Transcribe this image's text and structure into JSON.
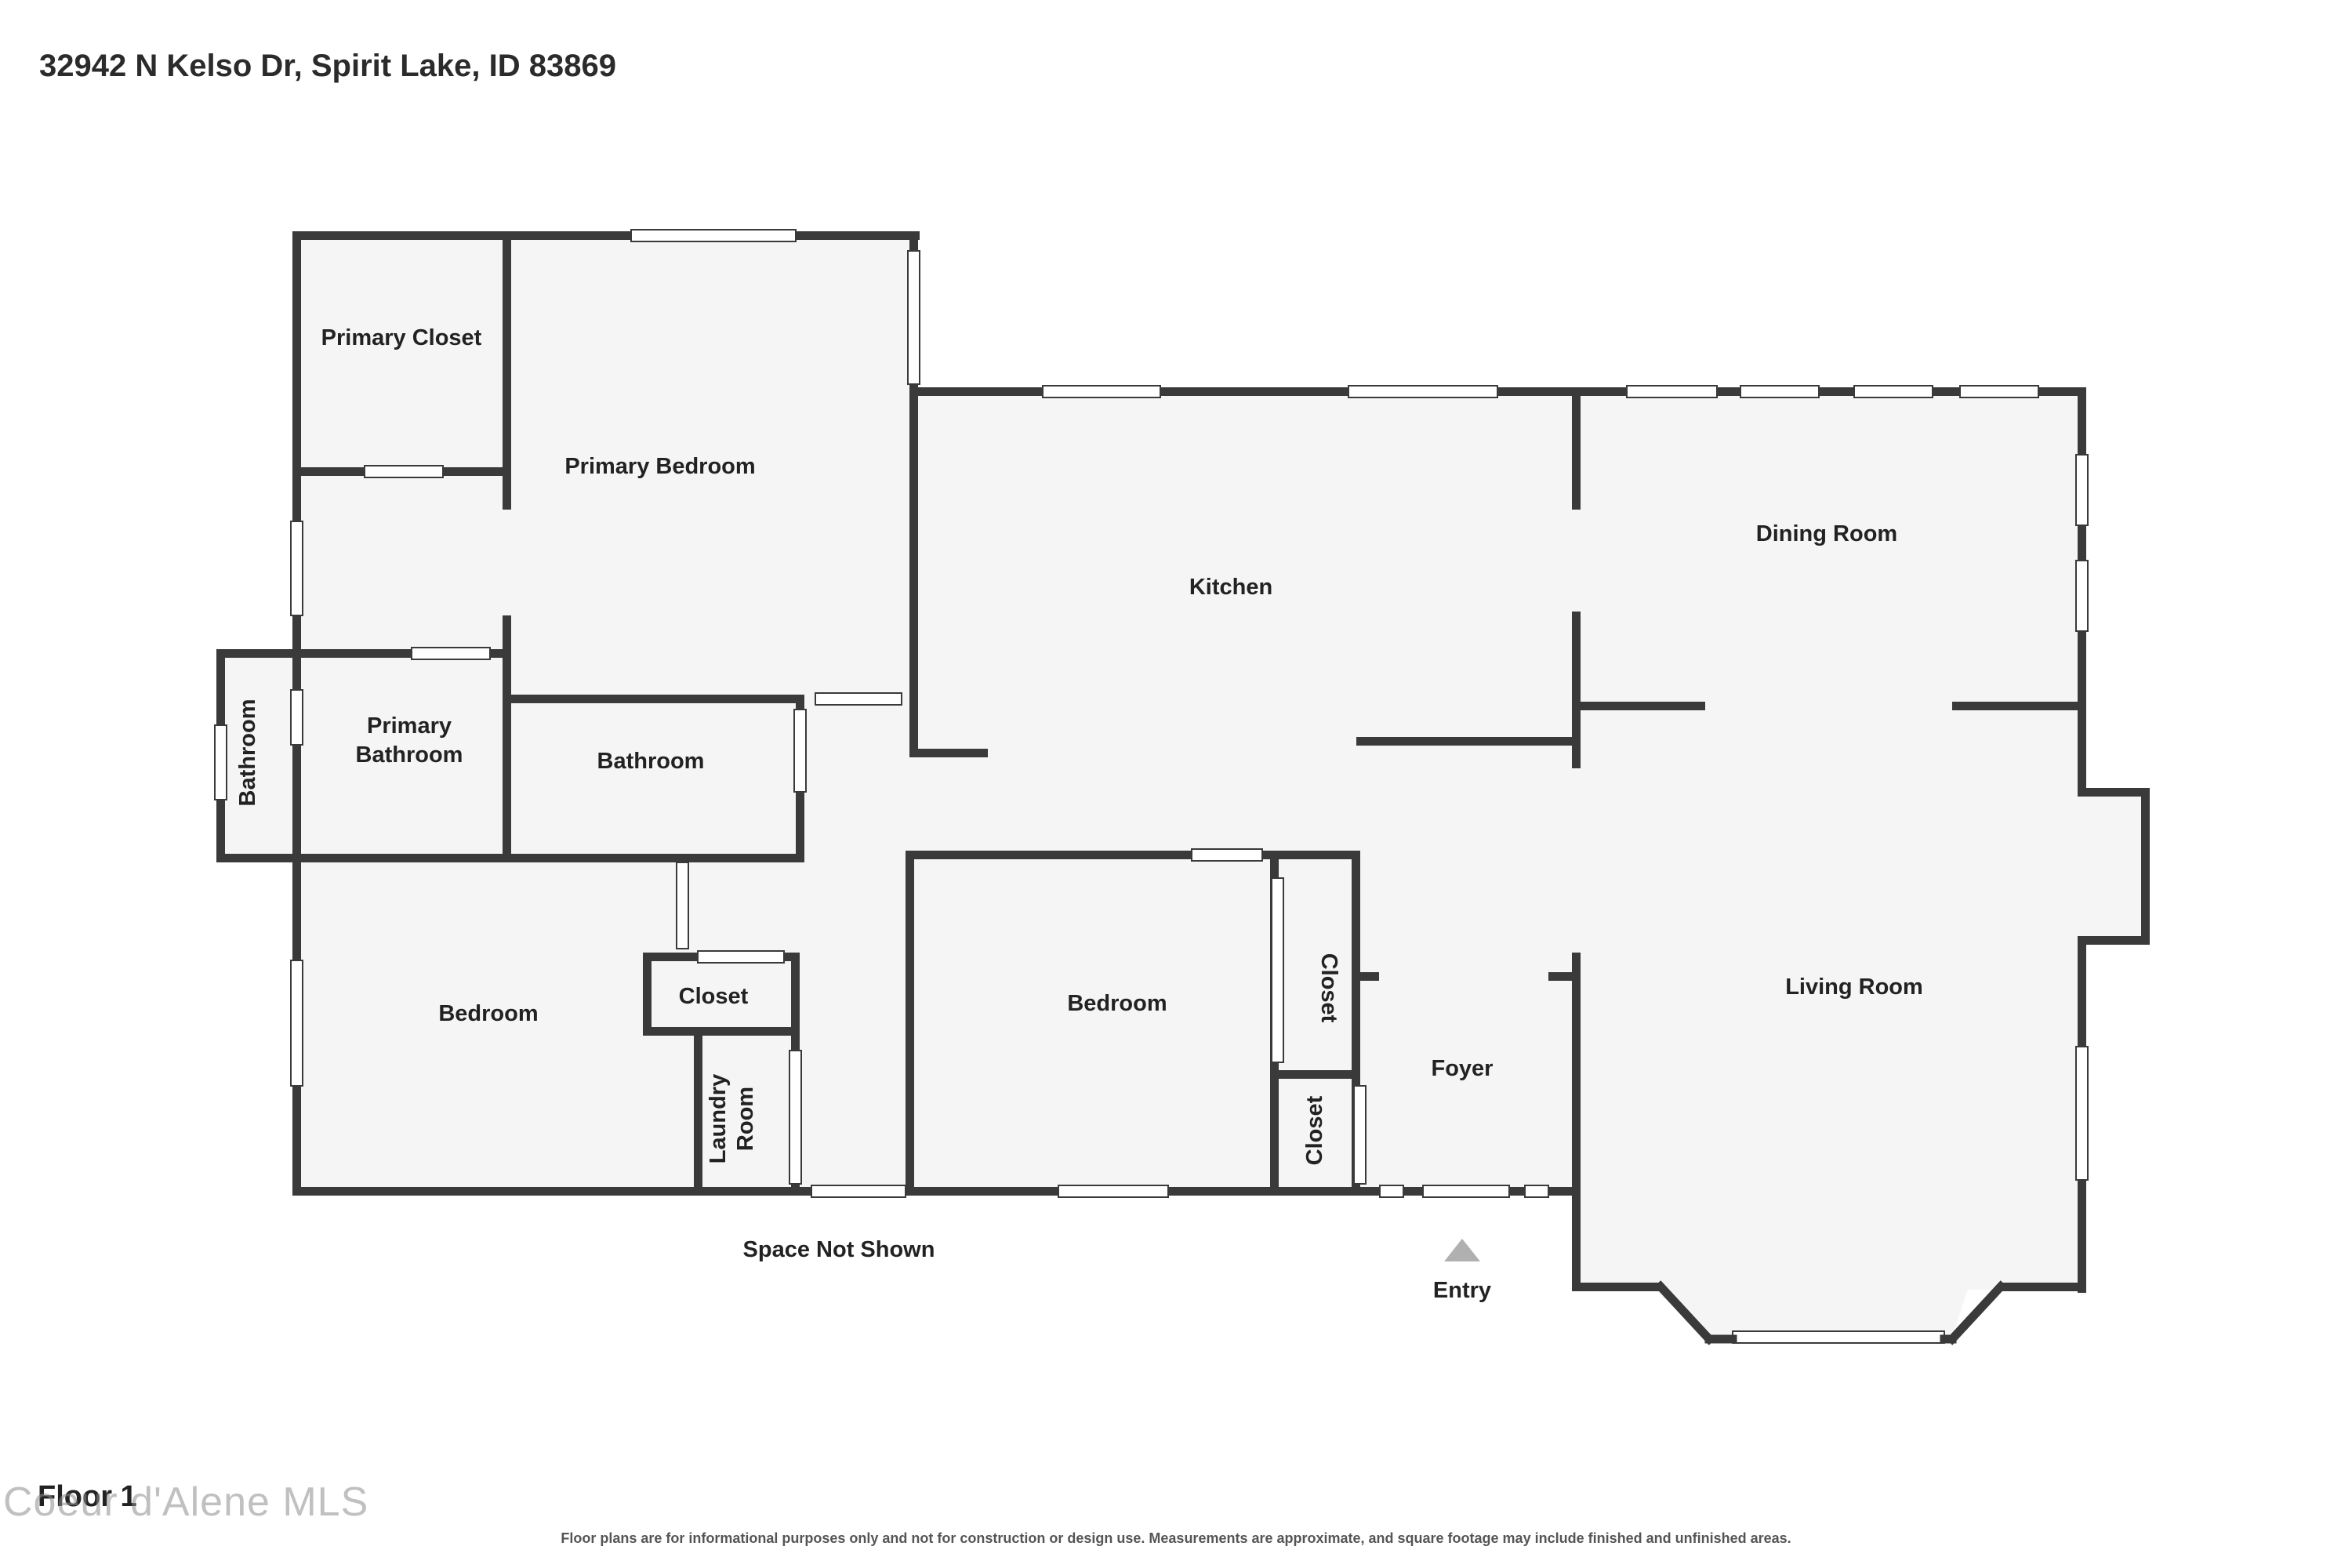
{
  "address": "32942 N Kelso Dr, Spirit Lake, ID 83869",
  "rooms": {
    "primary_closet": "Primary Closet",
    "primary_bedroom": "Primary Bedroom",
    "kitchen": "Kitchen",
    "dining_room": "Dining Room",
    "bathroom_side": "Bathroom",
    "primary_bathroom_line1": "Primary",
    "primary_bathroom_line2": "Bathroom",
    "bathroom": "Bathroom",
    "bedroom_left": "Bedroom",
    "closet_left": "Closet",
    "laundry_line1": "Laundry",
    "laundry_line2": "Room",
    "bedroom_mid": "Bedroom",
    "closet_upper": "Closet",
    "closet_lower": "Closet",
    "foyer": "Foyer",
    "living_room": "Living Room"
  },
  "space_not_shown": "Space Not Shown",
  "entry_label": "Entry",
  "floor_label": "Floor 1",
  "watermark": "Coeur d'Alene MLS",
  "disclaimer": "Floor plans are for informational purposes only and not for construction or design use. Measurements are approximate, and square footage may include finished and unfinished areas.",
  "colors": {
    "wall": "#3a3a3a",
    "floor": "#f5f5f5",
    "window": "#ffffff",
    "entry_marker": "#b0b0b0"
  }
}
